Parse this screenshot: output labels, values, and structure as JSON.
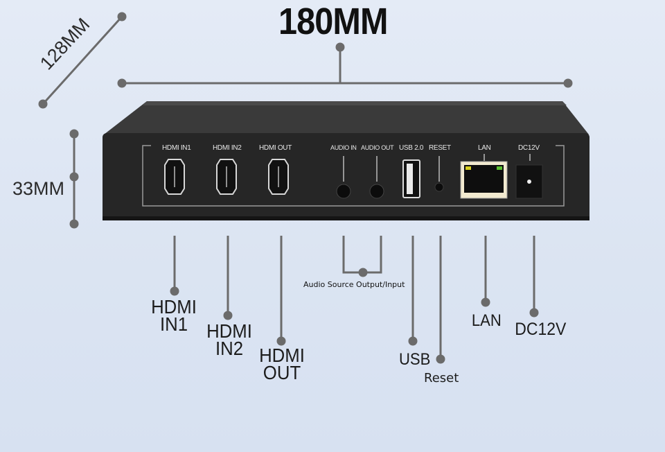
{
  "dimensions": {
    "width": "180MM",
    "depth": "128MM",
    "height": "33MM"
  },
  "panel_labels": [
    "HDMI IN1",
    "HDMI IN2",
    "HDMI OUT",
    "AUDIO IN",
    "AUDIO OUT",
    "USB 2.0",
    "RESET",
    "LAN",
    "DC12V"
  ],
  "callouts": {
    "hdmi_in1": [
      "HDMI",
      "IN1"
    ],
    "hdmi_in2": [
      "HDMI",
      "IN2"
    ],
    "hdmi_out": [
      "HDMI",
      "OUT"
    ],
    "audio": "Audio Source Output/Input",
    "usb": "USB",
    "reset": "Reset",
    "lan": "LAN",
    "dc": "DC12V"
  },
  "colors": {
    "background": "#dfe7f4",
    "line": "#6d6d6d",
    "device": "#2a2a2a"
  }
}
